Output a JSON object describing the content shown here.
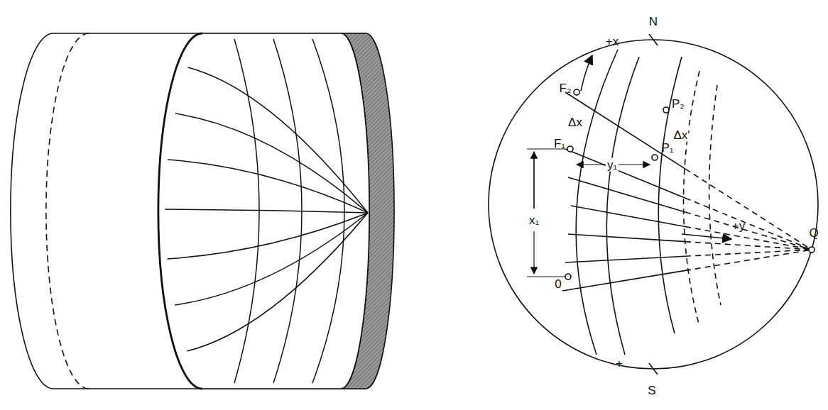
{
  "diagram": {
    "labels": [
      "N",
      "+x",
      "F₂",
      "P₂",
      "Δx",
      "Δx'",
      "F₁",
      "P₁",
      "y₁",
      "x₁",
      "Q",
      "0",
      "+y",
      "+",
      "S"
    ]
  }
}
